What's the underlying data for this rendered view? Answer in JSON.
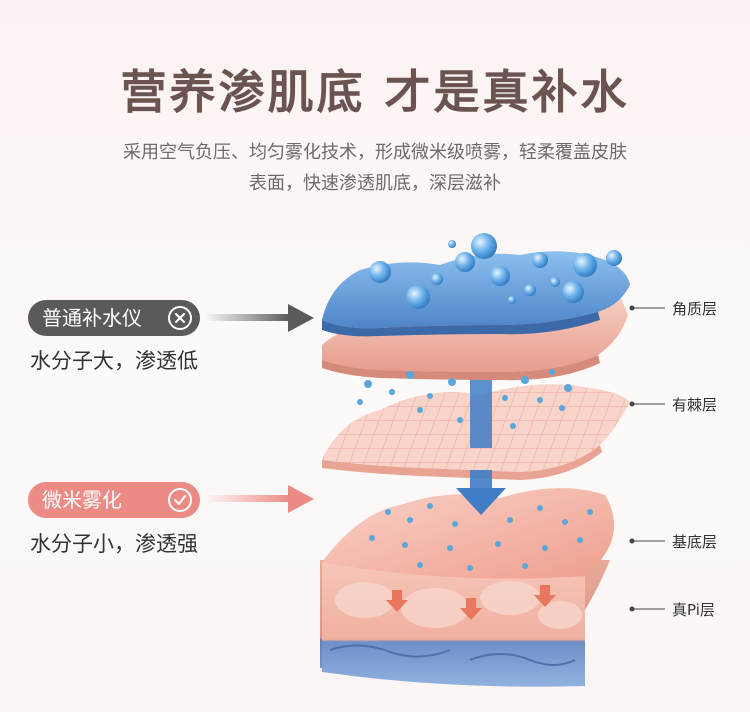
{
  "title": "营养渗肌底 才是真补水",
  "subtitle": {
    "line1": "采用空气负压、均匀雾化技术，形成微米级喷雾，轻柔覆盖皮肤",
    "line2": "表面，快速渗透肌底，深层滋补"
  },
  "compare": {
    "normal": {
      "badge": "普通补水仪",
      "desc": "水分子大，渗透低",
      "icon": "x-circle-icon",
      "color": "#5a5a5a"
    },
    "micro": {
      "badge": "微米雾化",
      "desc": "水分子小，渗透强",
      "icon": "check-circle-icon",
      "color": "#ec8a86"
    }
  },
  "layers": [
    {
      "label": "角质层"
    },
    {
      "label": "有棘层"
    },
    {
      "label": "基底层"
    },
    {
      "label": "真Pi层"
    }
  ],
  "colors": {
    "title": "#6b5450",
    "droplet": "#5aa7dd",
    "skin_pink": "#f3b7a6",
    "blue_layer": "#6f9ed6",
    "flow_arrow": "#3f7dc6"
  }
}
